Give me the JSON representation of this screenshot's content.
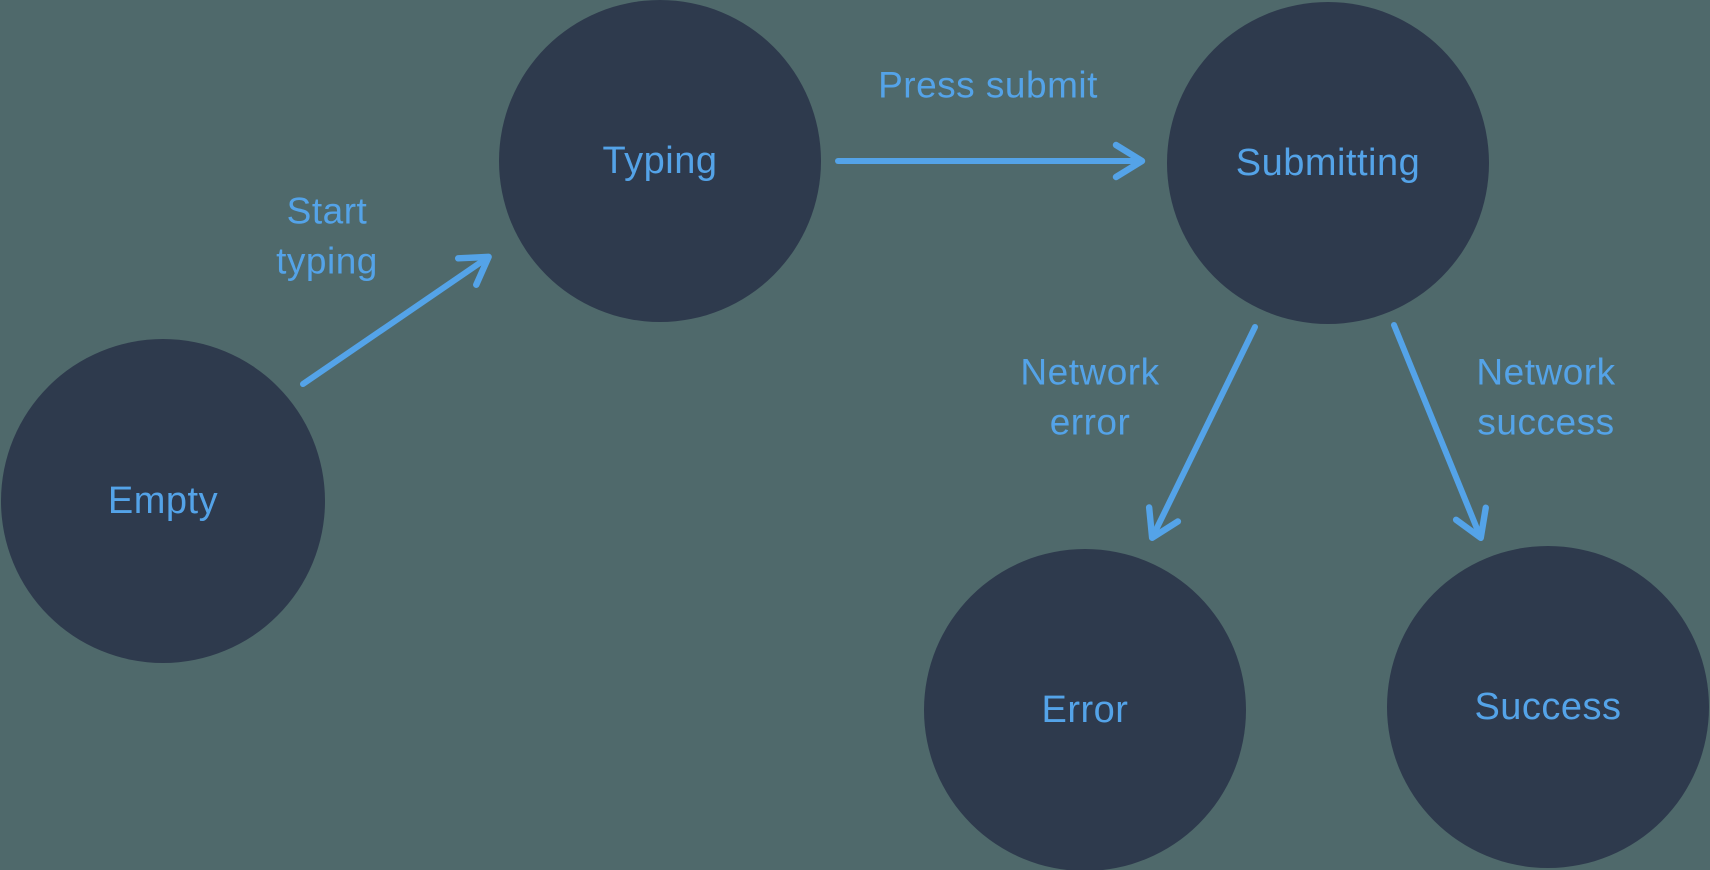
{
  "diagram": {
    "type": "state-machine",
    "colors": {
      "background": "#4f696b",
      "node_fill": "#2e3a4d",
      "accent": "#54a3e8"
    },
    "states": [
      {
        "id": "empty",
        "label": "Empty"
      },
      {
        "id": "typing",
        "label": "Typing"
      },
      {
        "id": "submitting",
        "label": "Submitting"
      },
      {
        "id": "error",
        "label": "Error"
      },
      {
        "id": "success",
        "label": "Success"
      }
    ],
    "transitions": [
      {
        "from": "Empty",
        "to": "Typing",
        "label": "Start typing",
        "label_lines": [
          "Start",
          "typing"
        ]
      },
      {
        "from": "Typing",
        "to": "Submitting",
        "label": "Press submit",
        "label_lines": [
          "Press submit"
        ]
      },
      {
        "from": "Submitting",
        "to": "Error",
        "label": "Network error",
        "label_lines": [
          "Network",
          "error"
        ]
      },
      {
        "from": "Submitting",
        "to": "Success",
        "label": "Network success",
        "label_lines": [
          "Network",
          "success"
        ]
      }
    ]
  }
}
